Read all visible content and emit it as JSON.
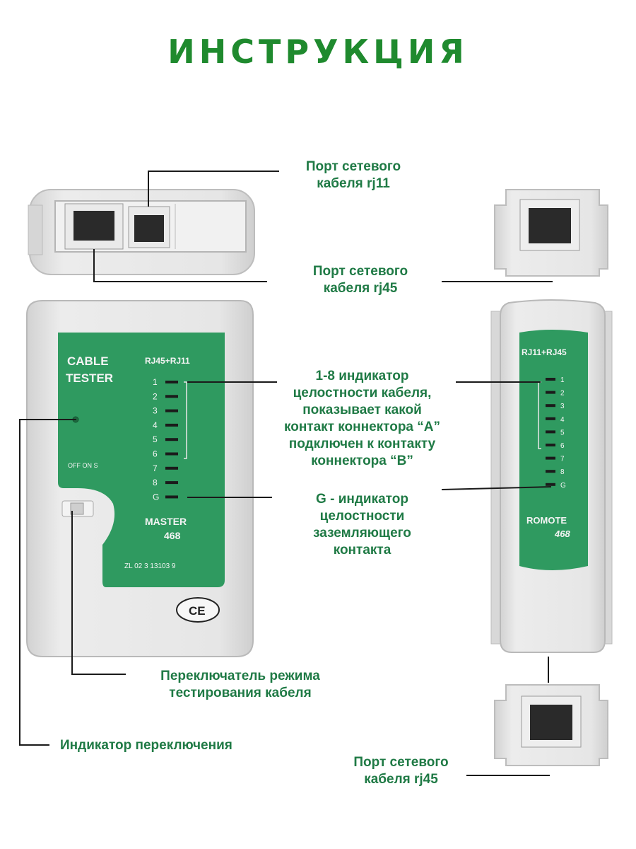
{
  "title": "ИНСТРУКЦИЯ",
  "labels": {
    "rj11_port": [
      "Порт сетевого",
      "кабеля rj11"
    ],
    "rj45_port": [
      "Порт сетевого",
      "кабеля rj45"
    ],
    "indicator_1_8": [
      "1-8 индикатор",
      "целостности кабеля,",
      "показывает какой",
      "контакт коннектора “A”",
      "подключен к контакту",
      "коннектора “B”"
    ],
    "indicator_g": [
      "G - индикатор",
      "целостности",
      "заземляющего",
      "контакта"
    ],
    "mode_switch": [
      "Переключатель режима",
      "тестирования кабеля"
    ],
    "switch_indicator": "Индикатор переключения",
    "remote_rj45_port": [
      "Порт сетевого",
      "кабеля rj45"
    ]
  },
  "master": {
    "brand_line1": "CABLE",
    "brand_line2": "TESTER",
    "ports_label": "RJ45+RJ11",
    "switch_label": "OFF ON S",
    "leds": [
      "1",
      "2",
      "3",
      "4",
      "5",
      "6",
      "7",
      "8",
      "G"
    ],
    "model_line1": "MASTER",
    "model_line2": "468",
    "serial": "ZL 02 3 13103 9",
    "ce_mark": "CE"
  },
  "remote": {
    "ports_label": "RJ11+RJ45",
    "leds": [
      "1",
      "2",
      "3",
      "4",
      "5",
      "6",
      "7",
      "8",
      "G"
    ],
    "model_line1": "ROMOTE",
    "model_line2": "468"
  },
  "colors": {
    "title": "#1f8a2e",
    "label_text": "#1f7a45",
    "panel_green": "#2f9a60",
    "body_gray": "#e4e4e4"
  }
}
